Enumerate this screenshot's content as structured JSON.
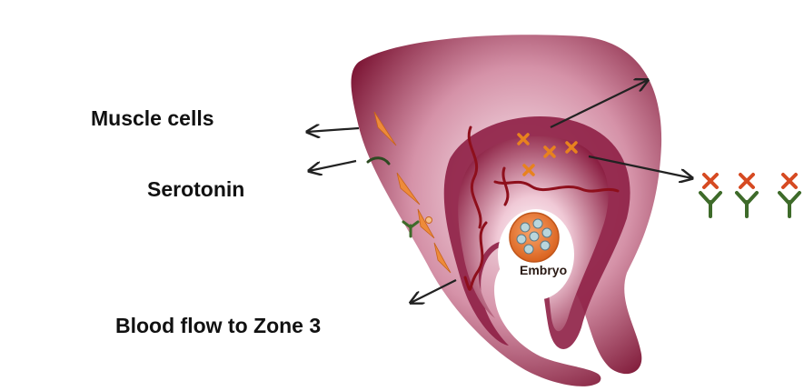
{
  "labels": {
    "muscle_cells": "Muscle cells",
    "serotonin": "Serotonin",
    "blood_flow": "Blood flow  to Zone 3",
    "embryo": "Embryo"
  },
  "colors": {
    "wall_outer": "#8a1c3c",
    "wall_light": "#f2d6e0",
    "vessel": "#8e0f1c",
    "serotonin_x": "#e8821e",
    "receptor_y": "#3e6b2a",
    "antagonist_x": "#d64a22",
    "arrow": "#222222"
  },
  "icons": [
    "muscle-cell-icon",
    "serotonin-icon",
    "receptor-icon",
    "embryo-icon"
  ]
}
